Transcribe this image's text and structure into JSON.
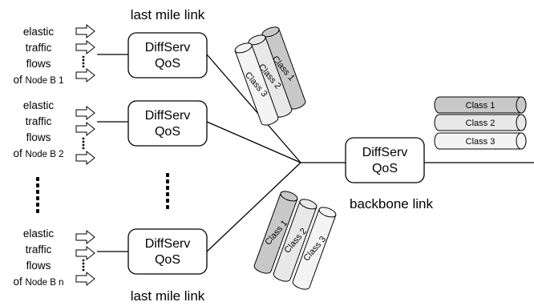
{
  "labels": {
    "last_mile_top": "last mile link",
    "last_mile_bottom": "last mile link",
    "backbone": "backbone link"
  },
  "sources": [
    {
      "line1": "elastic",
      "line2": "traffic",
      "line3": "flows",
      "prefix": "of ",
      "node": "Node B 1"
    },
    {
      "line1": "elastic",
      "line2": "traffic",
      "line3": "flows",
      "prefix": "of ",
      "node": "Node B 2"
    },
    {
      "line1": "elastic",
      "line2": "traffic",
      "line3": "flows",
      "prefix": "of ",
      "node": "Node B n"
    }
  ],
  "qos_boxes": [
    {
      "line1": "DiffServ",
      "line2": "QoS"
    },
    {
      "line1": "DiffServ",
      "line2": "QoS"
    },
    {
      "line1": "DiffServ",
      "line2": "QoS"
    },
    {
      "line1": "DiffServ",
      "line2": "QoS"
    }
  ],
  "classes": {
    "top": [
      "Class 1",
      "Class 2",
      "Class 3"
    ],
    "bottom": [
      "Class 1",
      "Class 2",
      "Class 3"
    ],
    "backbone": [
      "Class 1",
      "Class 2",
      "Class 3"
    ]
  },
  "colors": {
    "class1_fill": "#c8c8c8",
    "class2_fill": "#e8e8e8",
    "class3_fill": "#f4f4f4",
    "stroke": "#000000"
  }
}
